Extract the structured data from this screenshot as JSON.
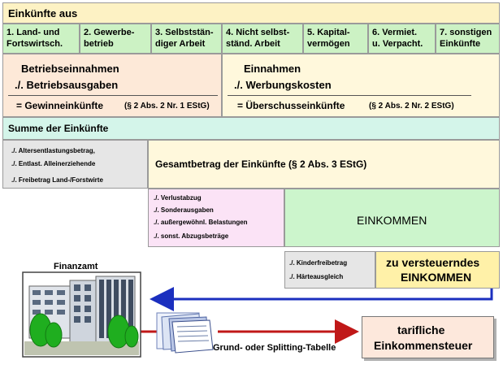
{
  "header": {
    "title": "Einkünfte aus"
  },
  "categories": [
    {
      "line1": "1. Land- und",
      "line2": "Fortswirtsch."
    },
    {
      "line1": "2. Gewerbe-",
      "line2": "betrieb"
    },
    {
      "line1": "3. Selbststän-",
      "line2": "diger Arbeit"
    },
    {
      "line1": "4. Nicht selbst-",
      "line2": "ständ. Arbeit"
    },
    {
      "line1": "5. Kapital-",
      "line2": "vermögen"
    },
    {
      "line1": "6. Vermiet.",
      "line2": "u. Verpacht."
    },
    {
      "line1": "7. sonstigen",
      "line2": "Einkünfte"
    }
  ],
  "gewinn": {
    "line1": "Betriebseinnahmen",
    "line2": "./. Betriebsausgaben",
    "result": "= Gewinneinkünfte",
    "cite": "(§ 2 Abs. 2 Nr. 1 EStG)"
  },
  "ueberschuss": {
    "line1": "Einnahmen",
    "line2": "./. Werbungskosten",
    "result": "= Überschusseinkünfte",
    "cite": "(§ 2 Abs. 2 Nr. 2 EStG)"
  },
  "summe": {
    "label": "Summe der Einkünfte"
  },
  "abzuege1": [
    "./. Altersentlastungsbetrag,",
    "./.  Entlast.  Alleinerziehende",
    "./.  Freibetrag Land-/Forstwirte"
  ],
  "gesamtbetrag": {
    "label": "Gesamtbetrag der Einkünfte (§ 2 Abs. 3 EStG)"
  },
  "abzuege2": [
    "./. Verlustabzug",
    "./. Sonderausgaben",
    "./. außergewöhnl. Belastungen",
    "./. sonst. Abzugsbeträge"
  ],
  "einkommen": {
    "label": "EINKOMMEN"
  },
  "abzuege3": [
    "./. Kinderfreibetrag",
    "./. Härteausgleich"
  ],
  "zve": {
    "line1": "zu versteuerndes",
    "line2": "EINKOMMEN"
  },
  "finanzamt": {
    "label": "Finanzamt"
  },
  "tabelle": {
    "label": "Grund- oder Splitting-Tabelle"
  },
  "steuer": {
    "line1": "tarifliche",
    "line2": "Einkommensteuer"
  },
  "colors": {
    "header_bg": "#fdf2c4",
    "category_bg": "#ccf2c4",
    "gewinn_bg": "#fde9d8",
    "ueberschuss_bg": "#fff8dc",
    "summe_bg": "#d4f5ea",
    "abzug_grey": "#e6e6e6",
    "abzug_pink": "#fbe3f6",
    "einkommen_bg": "#ccf5cc",
    "zve_bg": "#fff1a8",
    "arrow_blue": "#1b2fbf",
    "arrow_red": "#c01818",
    "steuer_bg": "#fde8dc"
  }
}
